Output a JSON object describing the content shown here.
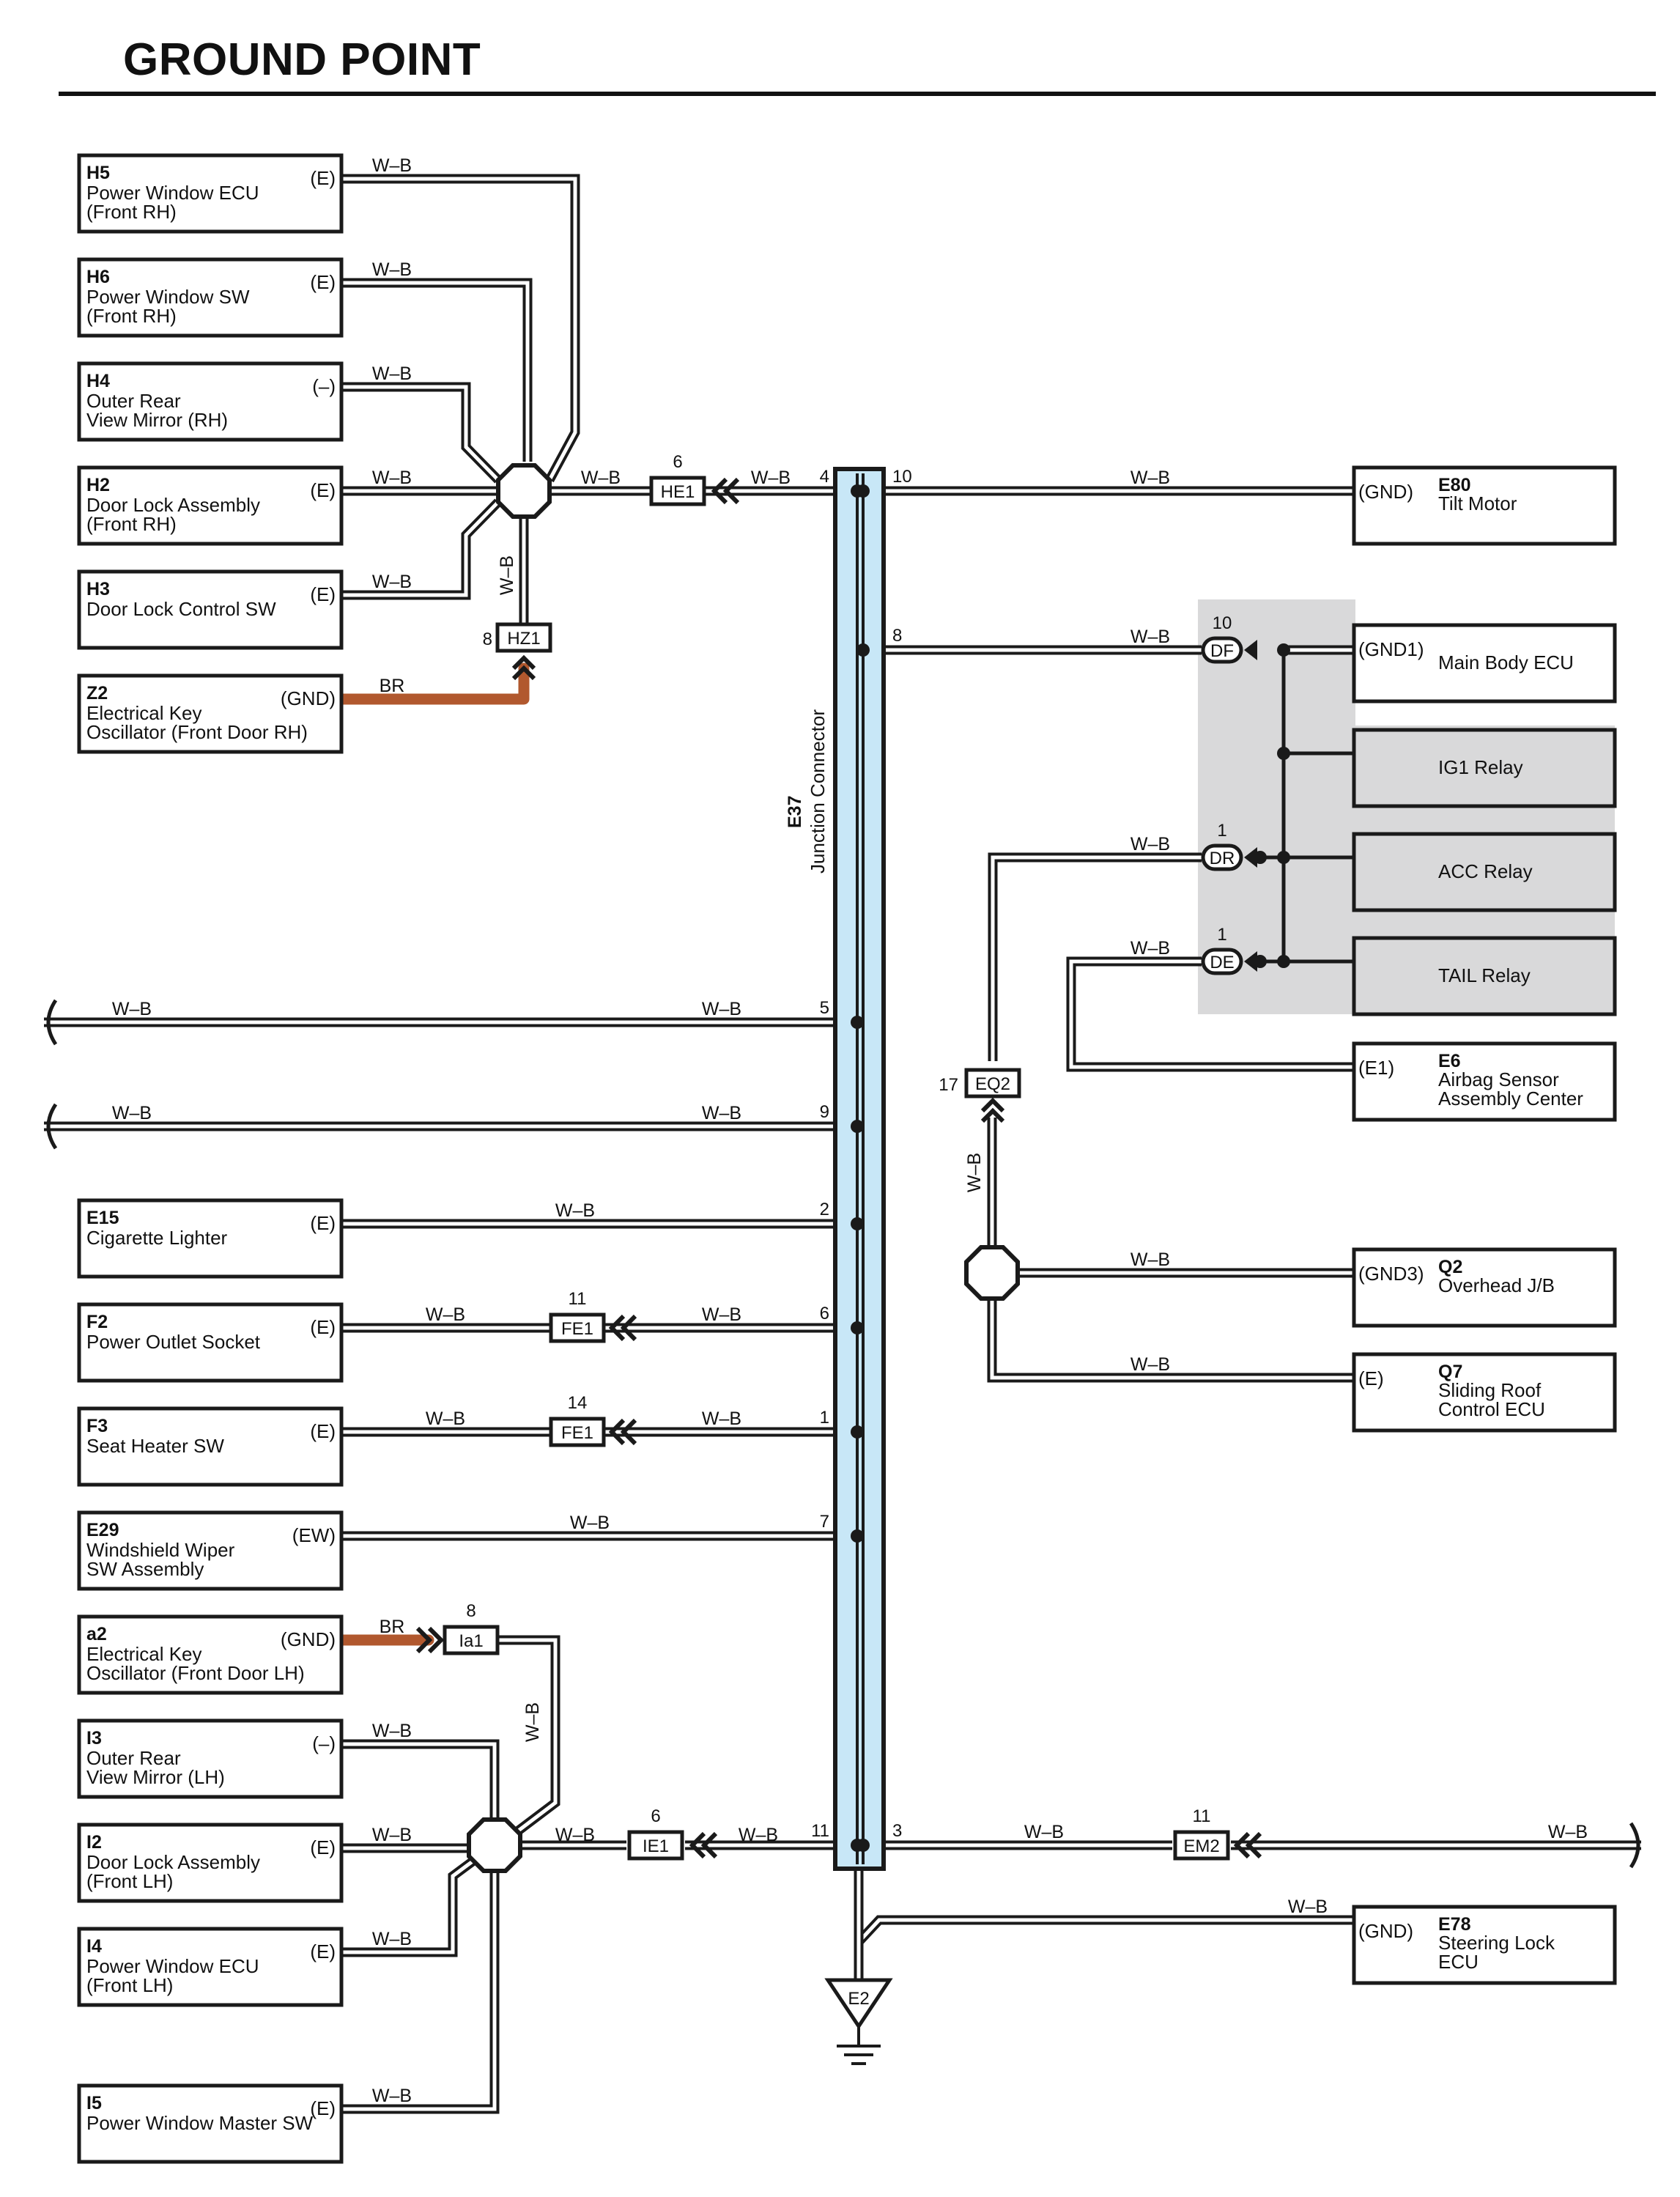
{
  "title": "GROUND POINT",
  "colors": {
    "wire": "#1a1a1a",
    "wire_highlight": "#ffffff",
    "br_wire": "#b1582e",
    "junction_fill": "#c8e7f7",
    "shaded_region": "#d9d9da"
  },
  "junction": {
    "code": "E37",
    "name": "Junction Connector"
  },
  "ground": {
    "code": "E2"
  },
  "wire_color_label": "W–B",
  "br_label": "BR",
  "left_components": [
    {
      "code": "H5",
      "lines": [
        "Power Window ECU",
        "(Front RH)"
      ],
      "terminal": "(E)"
    },
    {
      "code": "H6",
      "lines": [
        "Power Window SW",
        "(Front RH)"
      ],
      "terminal": "(E)"
    },
    {
      "code": "H4",
      "lines": [
        "Outer Rear",
        "View Mirror (RH)"
      ],
      "terminal": "(–)"
    },
    {
      "code": "H2",
      "lines": [
        "Door Lock Assembly",
        "(Front RH)"
      ],
      "terminal": "(E)"
    },
    {
      "code": "H3",
      "lines": [
        "Door Lock Control SW"
      ],
      "terminal": "(E)"
    },
    {
      "code": "Z2",
      "lines": [
        "Electrical Key",
        "Oscillator (Front Door RH)"
      ],
      "terminal": "(GND)"
    },
    {
      "code": "E15",
      "lines": [
        "Cigarette Lighter"
      ],
      "terminal": "(E)"
    },
    {
      "code": "F2",
      "lines": [
        "Power Outlet Socket"
      ],
      "terminal": "(E)"
    },
    {
      "code": "F3",
      "lines": [
        "Seat Heater SW"
      ],
      "terminal": "(E)"
    },
    {
      "code": "E29",
      "lines": [
        "Windshield Wiper",
        "SW Assembly"
      ],
      "terminal": "(EW)"
    },
    {
      "code": "a2",
      "lines": [
        "Electrical Key",
        "Oscillator (Front Door LH)"
      ],
      "terminal": "(GND)"
    },
    {
      "code": "I3",
      "lines": [
        "Outer Rear",
        "View Mirror (LH)"
      ],
      "terminal": "(–)"
    },
    {
      "code": "I2",
      "lines": [
        "Door Lock Assembly",
        "(Front LH)"
      ],
      "terminal": "(E)"
    },
    {
      "code": "I4",
      "lines": [
        "Power Window ECU",
        "(Front LH)"
      ],
      "terminal": "(E)"
    },
    {
      "code": "I5",
      "lines": [
        "Power Window Master SW"
      ],
      "terminal": "(E)"
    }
  ],
  "right_components": [
    {
      "code": "E80",
      "lines": [
        "Tilt Motor"
      ],
      "terminal": "(GND)"
    },
    {
      "code": "",
      "lines": [
        "Main Body ECU"
      ],
      "terminal": "(GND1)"
    },
    {
      "code": "",
      "lines": [
        "IG1 Relay"
      ],
      "terminal": ""
    },
    {
      "code": "",
      "lines": [
        "ACC Relay"
      ],
      "terminal": ""
    },
    {
      "code": "",
      "lines": [
        "TAIL Relay"
      ],
      "terminal": ""
    },
    {
      "code": "E6",
      "lines": [
        "Airbag Sensor",
        "Assembly Center"
      ],
      "terminal": "(E1)"
    },
    {
      "code": "Q2",
      "lines": [
        "Overhead J/B"
      ],
      "terminal": "(GND3)"
    },
    {
      "code": "Q7",
      "lines": [
        "Sliding Roof",
        "Control ECU"
      ],
      "terminal": "(E)"
    },
    {
      "code": "E78",
      "lines": [
        "Steering Lock",
        "ECU"
      ],
      "terminal": "(GND)"
    }
  ],
  "connectors": [
    {
      "code": "HE1",
      "pin": "6"
    },
    {
      "code": "HZ1",
      "pin": "8"
    },
    {
      "code": "FE1",
      "pin": "11"
    },
    {
      "code": "FE1",
      "pin": "14"
    },
    {
      "code": "Ia1",
      "pin": "8"
    },
    {
      "code": "IE1",
      "pin": "6"
    },
    {
      "code": "EM2",
      "pin": "11"
    },
    {
      "code": "EQ2",
      "pin": "17"
    },
    {
      "code": "DF",
      "pin": "10"
    },
    {
      "code": "DR",
      "pin": "1"
    },
    {
      "code": "DE",
      "pin": "1"
    }
  ],
  "junction_pins": {
    "left": [
      "4",
      "5",
      "9",
      "2",
      "6",
      "1",
      "7",
      "11"
    ],
    "right": [
      "10",
      "8",
      "3"
    ]
  }
}
